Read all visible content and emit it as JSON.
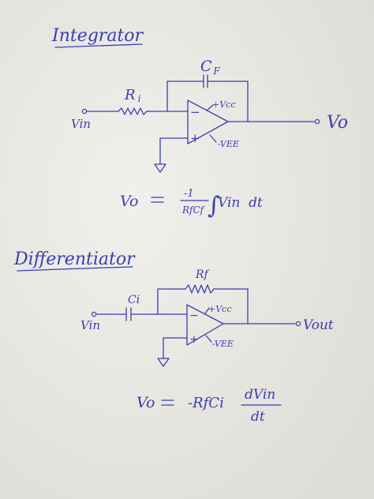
{
  "integrator": {
    "title": "Integrator",
    "cf": "C",
    "cf_sub": "F",
    "ri": "R",
    "ri_sub": "i",
    "vin": "Vin",
    "vcc": "+Vcc",
    "vee": "-VEE",
    "vo": "Vo",
    "plus": "+",
    "minus": "−",
    "eq_lhs": "Vo",
    "eq_equals": "=",
    "eq_num": "-1",
    "eq_den": "RfCf",
    "eq_integral": "∫",
    "eq_rhs": "Vin  dt"
  },
  "differentiator": {
    "title": "Differentiator",
    "rf": "Rf",
    "ci": "Ci",
    "vin": "Vin",
    "vcc": "+Vcc",
    "vee": "-VEE",
    "vout": "Vout",
    "plus": "+",
    "minus": "−",
    "eq_lhs": "Vo",
    "eq_equals": "=",
    "eq_coef": "-RfCi",
    "eq_num": "dVin",
    "eq_den": "dt"
  },
  "ink_color": "#3a3fae",
  "paper_color": "#ecebe7"
}
